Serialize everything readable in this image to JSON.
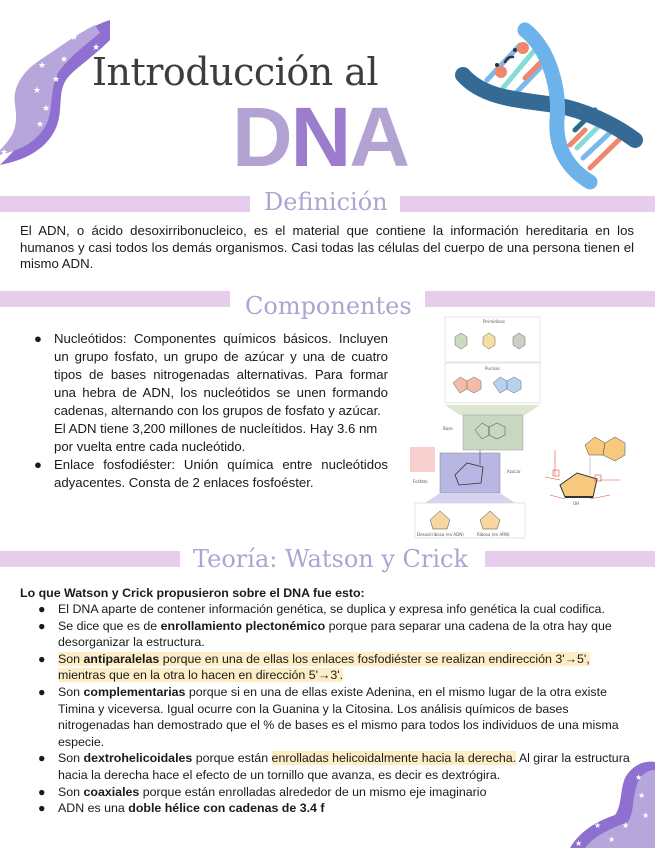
{
  "header": {
    "title_line1": "Introducción al",
    "title_dna": [
      "D",
      "N",
      "A"
    ]
  },
  "colors": {
    "section_bar": "#e6cdeb",
    "section_title": "#b1a3d1",
    "dna_light": "#b3a3d3",
    "dna_dark": "#9b7ccd",
    "highlight": "#fdeec6",
    "wave_dark": "#8f6fcf",
    "wave_light": "#b7a6dc"
  },
  "sections": {
    "definicion": {
      "title": "Definición",
      "text": "El ADN, o ácido desoxirribonucleico, es el material que contiene la información hereditaria en los humanos y casi todos los demás organismos. Casi todas las células del cuerpo de una persona tienen el mismo ADN."
    },
    "componentes": {
      "title": "Componentes",
      "items": [
        {
          "bullet": "●",
          "text": "Nucleótidos: Componentes químicos básicos. Incluyen un grupo fosfato, un grupo de azúcar y una de cuatro tipos de bases nitrogenadas alternativas. Para formar una hebra de ADN, los nucleótidos se unen formando cadenas, alternando con los grupos de fosfato y azúcar.",
          "subtext": "El ADN tiene 3,200 millones de nucleítidos. Hay 3.6 nm por vuelta entre cada nucleótido."
        },
        {
          "bullet": "●",
          "text": "Enlace fosfodiéster: Unión química entre nucleótidos adyacentes. Consta de 2 enlaces fosfoéster."
        }
      ],
      "figure": {
        "labels": {
          "pyrimidines": "Pirimidinas",
          "purines": "Purinas",
          "base": "Base",
          "phosphate": "Fosfato",
          "sugar": "Azúcar",
          "deoxyribose": "Desoxirribosa (en ADN)",
          "ribose": "Ribosa (en ARN)",
          "oh": "OH"
        }
      }
    },
    "watson_crick": {
      "title": "Teoría: Watson y Crick",
      "lead": "Lo que Watson y Crick propusieron sobre el DNA fue esto:",
      "items": [
        {
          "bullet": "●",
          "pre": "El DNA aparte de contener información genética,  se duplica y expresa info genética la cual codifica.",
          "bold": "",
          "post": ""
        },
        {
          "bullet": "●",
          "pre": "Se dice que es de ",
          "bold": "enrollamiento plectonémico",
          "post": " porque para separar una cadena de la otra hay que desorganizar la estructura."
        },
        {
          "bullet": "●",
          "pre": "Son ",
          "bold": "antiparalelas",
          "post": " porque en una de ellas los enlaces fosfodiéster se realizan endirección 3'→5', mientras que en la otra lo hacen en dirección 5'→3'."
        },
        {
          "bullet": "●",
          "pre": "Son ",
          "bold": "complementarias",
          "post": " porque si en una de ellas existe Adenina, en el mismo lugar de la otra existe Timina y viceversa. Igual ocurre con la Guanina y la Citosina. Los análisis químicos de bases nitrogenadas han demostrado que el % de bases es el mismo para todos los individuos de una misma especie."
        },
        {
          "bullet": "●",
          "pre": "Son ",
          "bold": "dextrohelicoidales",
          "mid": " porque están ",
          "highlight": "enrolladas helicoidalmente hacia la derecha.",
          "post": " Al girar la estructura hacia la derecha hace el efecto de un tornillo que avanza, es decir es dextrógira."
        },
        {
          "bullet": "●",
          "pre": "Son ",
          "bold": "coaxiales",
          "post": " porque están enrolladas alrededor de un mismo eje imaginario"
        },
        {
          "bullet": "●",
          "pre": "ADN es una ",
          "bold": "doble hélice con cadenas de 3.4 f",
          "post": ""
        }
      ]
    }
  }
}
